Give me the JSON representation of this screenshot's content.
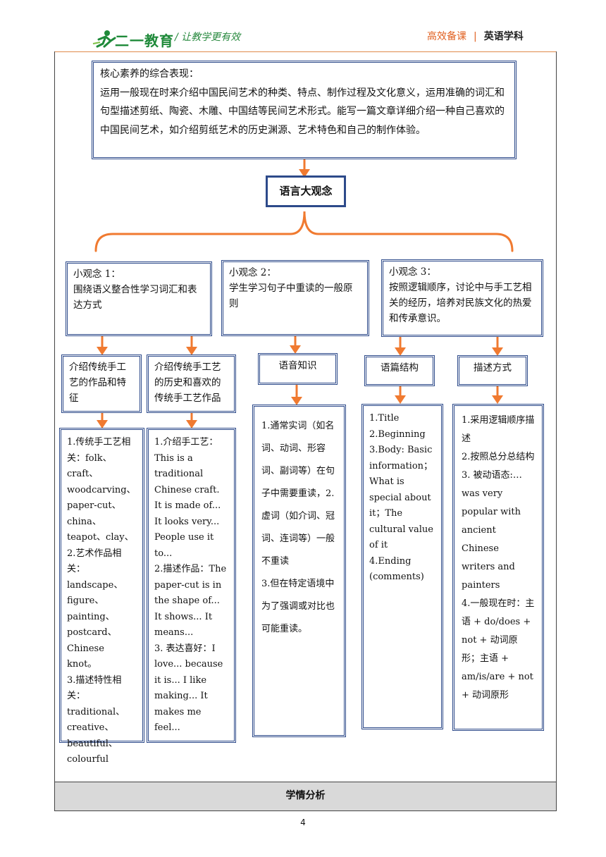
{
  "header": {
    "logo_text": "二一教育",
    "slogan": "/ 让教学更有效",
    "right_a": "高效备课",
    "right_sep": "|",
    "right_b": "英语学科"
  },
  "core": {
    "text": "核心素养的综合表现：\n运用一般现在时来介绍中国民间艺术的种类、特点、制作过程及文化意义，运用准确的词汇和句型描述剪纸、陶瓷、木雕、中国结等民间艺术形式。能写一篇文章详细介绍一种自己喜欢的中国民间艺术，如介绍剪纸艺术的历史渊源、艺术特色和自己的制作体验。"
  },
  "big_idea": "语言大观念",
  "small_ideas": [
    "小观念 1：\n围绕语义整合性学习词汇和表达方式",
    "小观念 2：\n学生学习句子中重读的一般原则",
    "小观念 3：\n按照逻辑顺序，讨论中与手工艺相关的经历，培养对民族文化的热爱和传承意识。"
  ],
  "categories": [
    "介绍传统手工艺的作品和特征",
    "介绍传统手工艺的历史和喜欢的传统手工艺作品",
    "语音知识",
    "语篇结构",
    "描述方式"
  ],
  "details": [
    "1.传统手工艺相关：folk、craft、woodcarving、paper-cut、china、teapot、clay、\n2.艺术作品相关：landscape、figure、painting、postcard、Chinese knot。\n3.描述特性相关：traditional、creative、beautiful、colourful",
    "1.介绍手工艺：This is a traditional Chinese craft. It is made of... It looks very... People use it to...\n2.描述作品：The paper-cut is in the shape of... It shows... It means...\n3. 表达喜好：I love... because it is... I like making... It makes me feel...",
    "1.通常实词（如名词、动词、形容词、副词等）在句子中需要重读，2.虚词（如介词、冠词、连词等）一般不重读\n3.但在特定语境中为了强调或对比也可能重读。",
    "1.Title\n2.Beginning\n3.Body: Basic information；What is special about it；The cultural value of it\n4.Ending (comments)",
    "1.采用逻辑顺序描述\n2.按照总分总结构\n3. 被动语态:…was very popular with ancient Chinese writers and painters\n4.一般现在时：主语 + do/does + not + 动词原形；主语 + am/is/are + not + 动词原形"
  ],
  "section_label": "学情分析",
  "page_number": "4",
  "colors": {
    "box_border": "#2d4a8a",
    "arrow": "#f07a30",
    "header_accent": "#e06020",
    "logo_green": "#1f8a3a"
  }
}
